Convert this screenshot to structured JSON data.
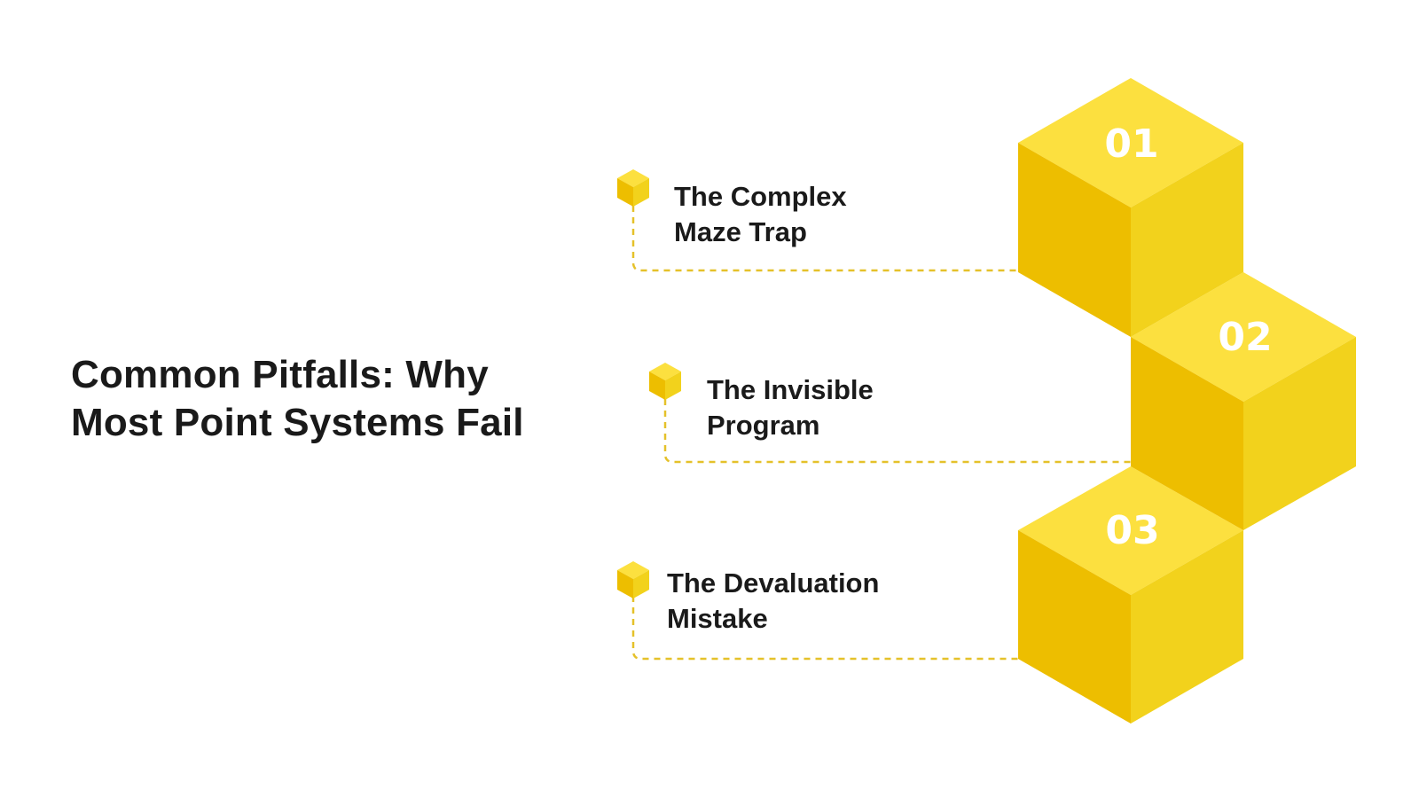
{
  "title": {
    "line1": "Common Pitfalls: Why",
    "line2": "Most Point Systems Fail"
  },
  "items": [
    {
      "number": "01",
      "label_line1": "The Complex",
      "label_line2": "Maze Trap"
    },
    {
      "number": "02",
      "label_line1": "The Invisible",
      "label_line2": "Program"
    },
    {
      "number": "03",
      "label_line1": "The Devaluation",
      "label_line2": "Mistake"
    }
  ],
  "colors": {
    "cube_top": "#FCE03F",
    "cube_left": "#EDBE00",
    "cube_right": "#F2D21C",
    "connector": "#E5C12A",
    "text": "#1a1a1a"
  }
}
